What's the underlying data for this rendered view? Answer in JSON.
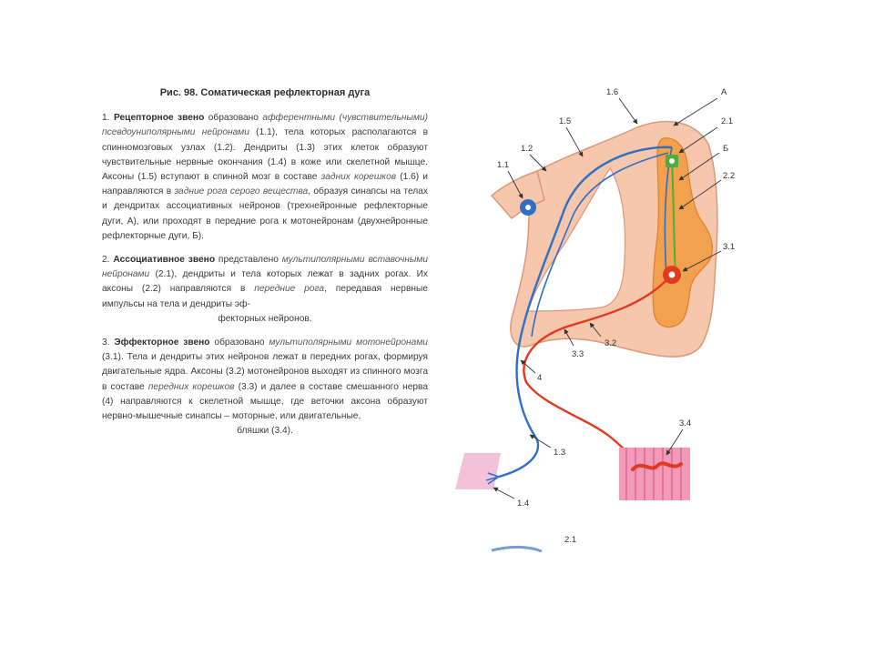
{
  "figure": {
    "title": "Рис. 98. Соматическая рефлекторная дуга"
  },
  "paragraphs": [
    {
      "number": "1.",
      "heading": "Рецепторное звено",
      "t1": " образовано ",
      "i1": "афферентными (чувствительными) псевдоуниполярными нейронами",
      "t2": " (1.1), тела которых располагаются в спинномозговых узлах (1.2). Дендриты (1.3) этих клеток образуют чувствительные нервные окончания (1.4) в коже или скелетной мышце. Аксоны (1.5) вступают в спинной мозг в составе ",
      "i2": "задних корешков",
      "t3": " (1.6) и направляются в ",
      "i3": "задние рога серого вещества",
      "t4": ", образуя синапсы на телах и дендритах ассоциативных нейронов (трехнейронные рефлекторные дуги, А), или проходят в передние рога к мотонейронам (двухнейронные рефлекторные дуги, Б)."
    },
    {
      "number": "2.",
      "heading": "Ассоциативное звено",
      "t1": " представлено ",
      "i1": "мультиполярными вставочными нейронами",
      "t2": " (2.1), дендриты и тела которых лежат в задних рогах. Их аксоны (2.2) направляются в ",
      "i2": "передние рога",
      "t3": ", передавая нервные импульсы на тела и дендриты эф-",
      "last": "фекторных нейронов."
    },
    {
      "number": "3.",
      "heading": "Эффекторное звено",
      "t1": " образовано ",
      "i1": "мультиполярными мотонейронами",
      "t2": " (3.1). Тела и дендриты этих нейронов лежат в передних рогах, формируя двигательные ядра. Аксоны (3.2) мотонейронов выходят из спинного мозга в составе ",
      "i2": "передних корешков",
      "t3": " (3.3) и далее в составе смешанного нерва (4) направляются к скелетной мышце, где веточки аксона образуют нервно-мышечные синапсы – моторные, или двигательные,",
      "last": "бляшки (3.4)."
    }
  ],
  "labels": {
    "l11": "1.1",
    "l12": "1.2",
    "l13": "1.3",
    "l14": "1.4",
    "l15": "1.5",
    "l16": "1.6",
    "lA": "А",
    "l21": "2.1",
    "lB": "Б",
    "l22": "2.2",
    "l31": "3.1",
    "l32": "3.2",
    "l33": "3.3",
    "l4": "4",
    "l34": "3.4",
    "l21b": "2.1"
  },
  "colors": {
    "spinal_cord": "#f6c6ad",
    "gray_matter": "#f2a24e",
    "afferent": "#2f6fc4",
    "efferent": "#e23a1f",
    "associative": "#4cae3a",
    "muscle": "#f29ab8"
  }
}
